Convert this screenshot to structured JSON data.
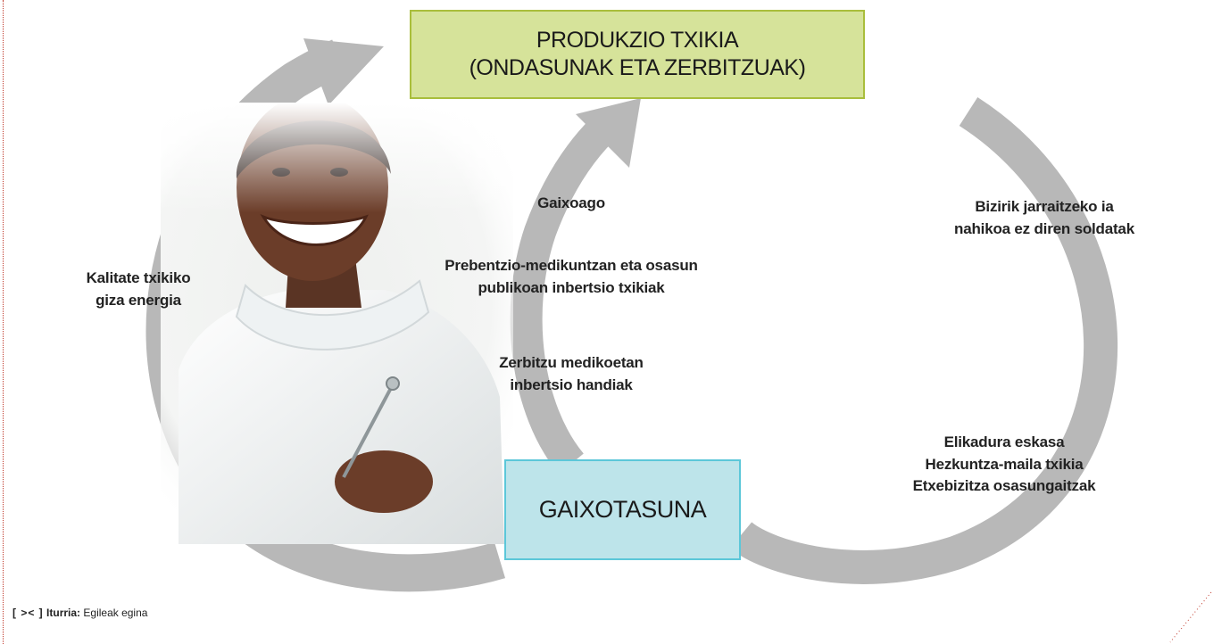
{
  "boxes": {
    "top_line1": "PRODUKZIO TXIKIA",
    "top_line2": "(ONDASUNAK ETA ZERBITZUAK)",
    "bottom": "GAIXOTASUNA"
  },
  "labels": {
    "left": [
      "Kalitate txikiko",
      "giza energia"
    ],
    "center_1": [
      "Gaixoago"
    ],
    "center_2": [
      "Prebentzio-medikuntzan eta osasun",
      "publikoan inbertsio txikiak"
    ],
    "center_3": [
      "Zerbitzu medikoetan",
      "inbertsio handiak"
    ],
    "right_1": [
      "Bizirik jarraitzeko ia",
      "nahikoa ez diren soldatak"
    ],
    "right_2": [
      "Elikadura eskasa",
      "Hezkuntza-maila txikia",
      "Etxebizitza osasungaitzak"
    ]
  },
  "source": {
    "icon": "[ >< ]",
    "label": "Iturria:",
    "text": "Egileak egina"
  },
  "colors": {
    "arrow": "#b8b8b8",
    "top_box_fill": "#d6e39a",
    "top_box_border": "#a9be3c",
    "bottom_box_fill": "#bde4ea",
    "bottom_box_border": "#5cc7d9"
  },
  "icons": {
    "photo": "smiling-health-worker-photo",
    "source_marker": "brackets-icon"
  }
}
